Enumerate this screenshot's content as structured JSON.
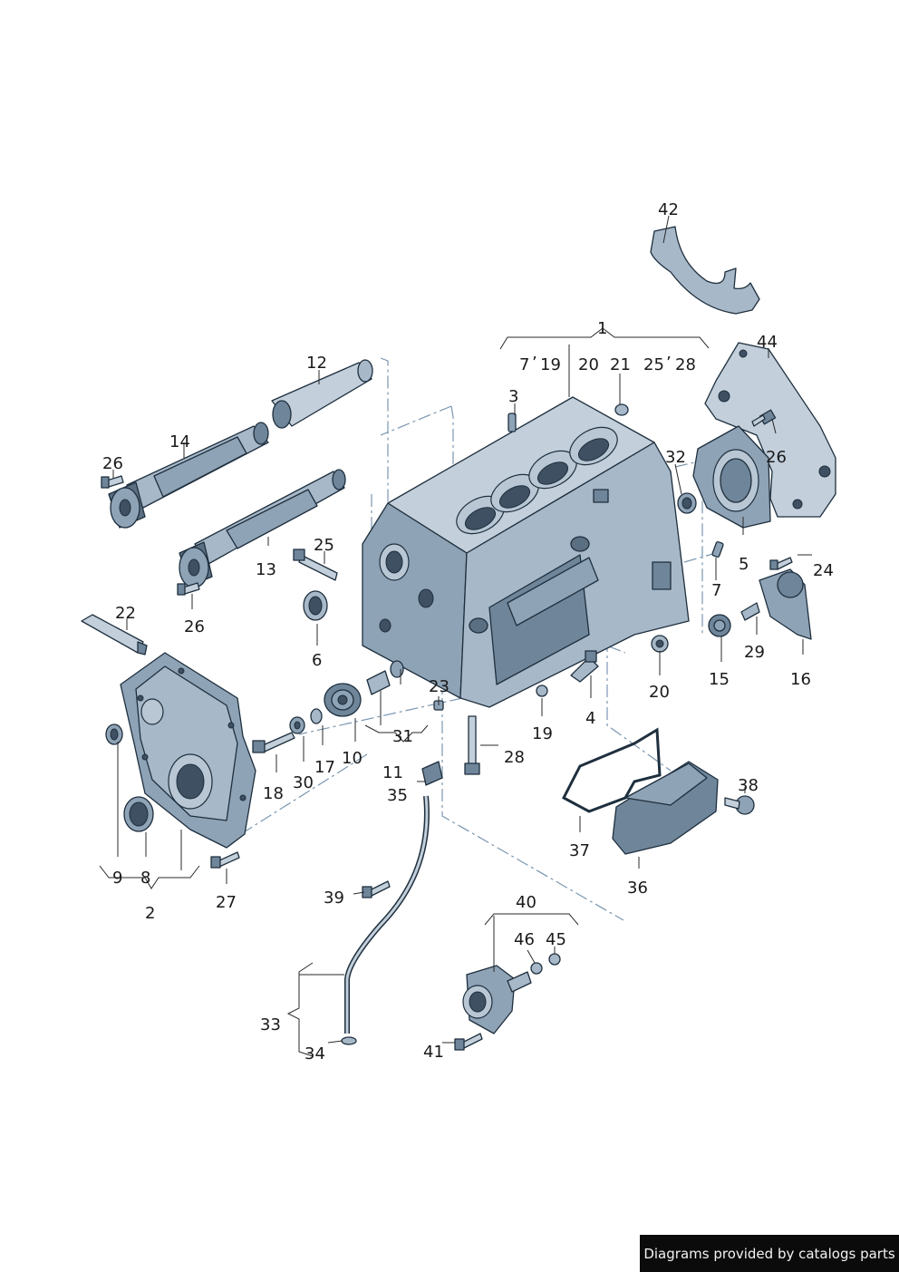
{
  "callouts": {
    "c1": "1",
    "c2": "2",
    "c3": "3",
    "c4": "4",
    "c5": "5",
    "c6": "6",
    "c7a": "7",
    "c7b": "7",
    "c8": "8",
    "c9": "9",
    "c10": "10",
    "c11": "11",
    "c12": "12",
    "c13": "13",
    "c14": "14",
    "c15": "15",
    "c16": "16",
    "c17": "17",
    "c18": "18",
    "c19a": "19",
    "c19b": "19",
    "c20a": "20",
    "c20b": "20",
    "c21": "21",
    "c22": "22",
    "c23": "23",
    "c24": "24",
    "c25a": "25",
    "c25b": "25",
    "c26a": "26",
    "c26b": "26",
    "c26c": "26",
    "c27": "27",
    "c28a": "28",
    "c28b": "28",
    "c29": "29",
    "c30": "30",
    "c31": "31",
    "c32": "32",
    "c33": "33",
    "c34": "34",
    "c35": "35",
    "c36": "36",
    "c37": "37",
    "c38": "38",
    "c39": "39",
    "c40": "40",
    "c41": "41",
    "c42": "42",
    "c44": "44",
    "c45": "45",
    "c46": "46",
    "sep1": "’",
    "sep2": "’"
  },
  "credit": "Diagrams provided by catalogs parts"
}
